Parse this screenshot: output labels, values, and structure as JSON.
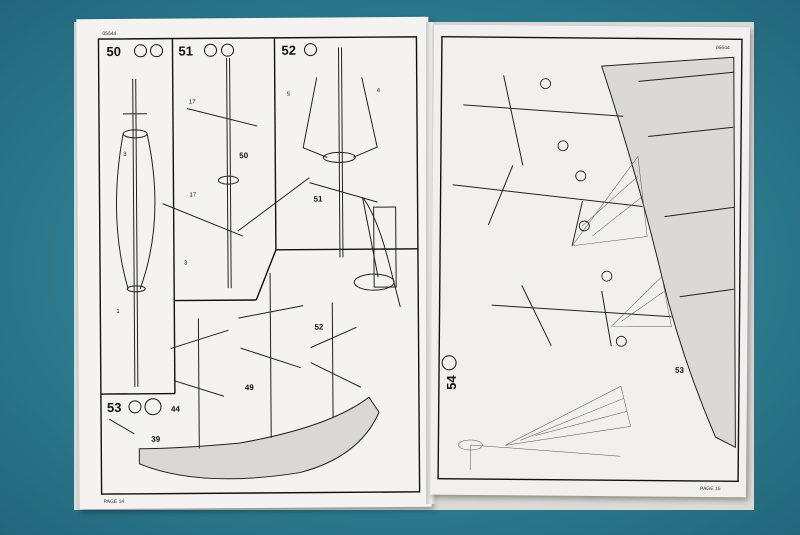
{
  "left_page": {
    "code": "05644",
    "steps": [
      {
        "number": "50"
      },
      {
        "number": "51"
      },
      {
        "number": "52"
      },
      {
        "number": "53"
      }
    ],
    "part_labels": {
      "p50": "50",
      "p51": "51",
      "p52": "52",
      "p49": "49",
      "p44": "44",
      "p39": "39",
      "c3": "3",
      "f3": "3",
      "f1": "1",
      "f17a": "17",
      "f17b": "17",
      "f5": "5",
      "f4": "4"
    },
    "footer": "PAGE 14"
  },
  "right_page": {
    "code": "05644",
    "step": {
      "number": "54"
    },
    "part_labels": {
      "p53": "53"
    },
    "footer": "PAGE 15"
  }
}
